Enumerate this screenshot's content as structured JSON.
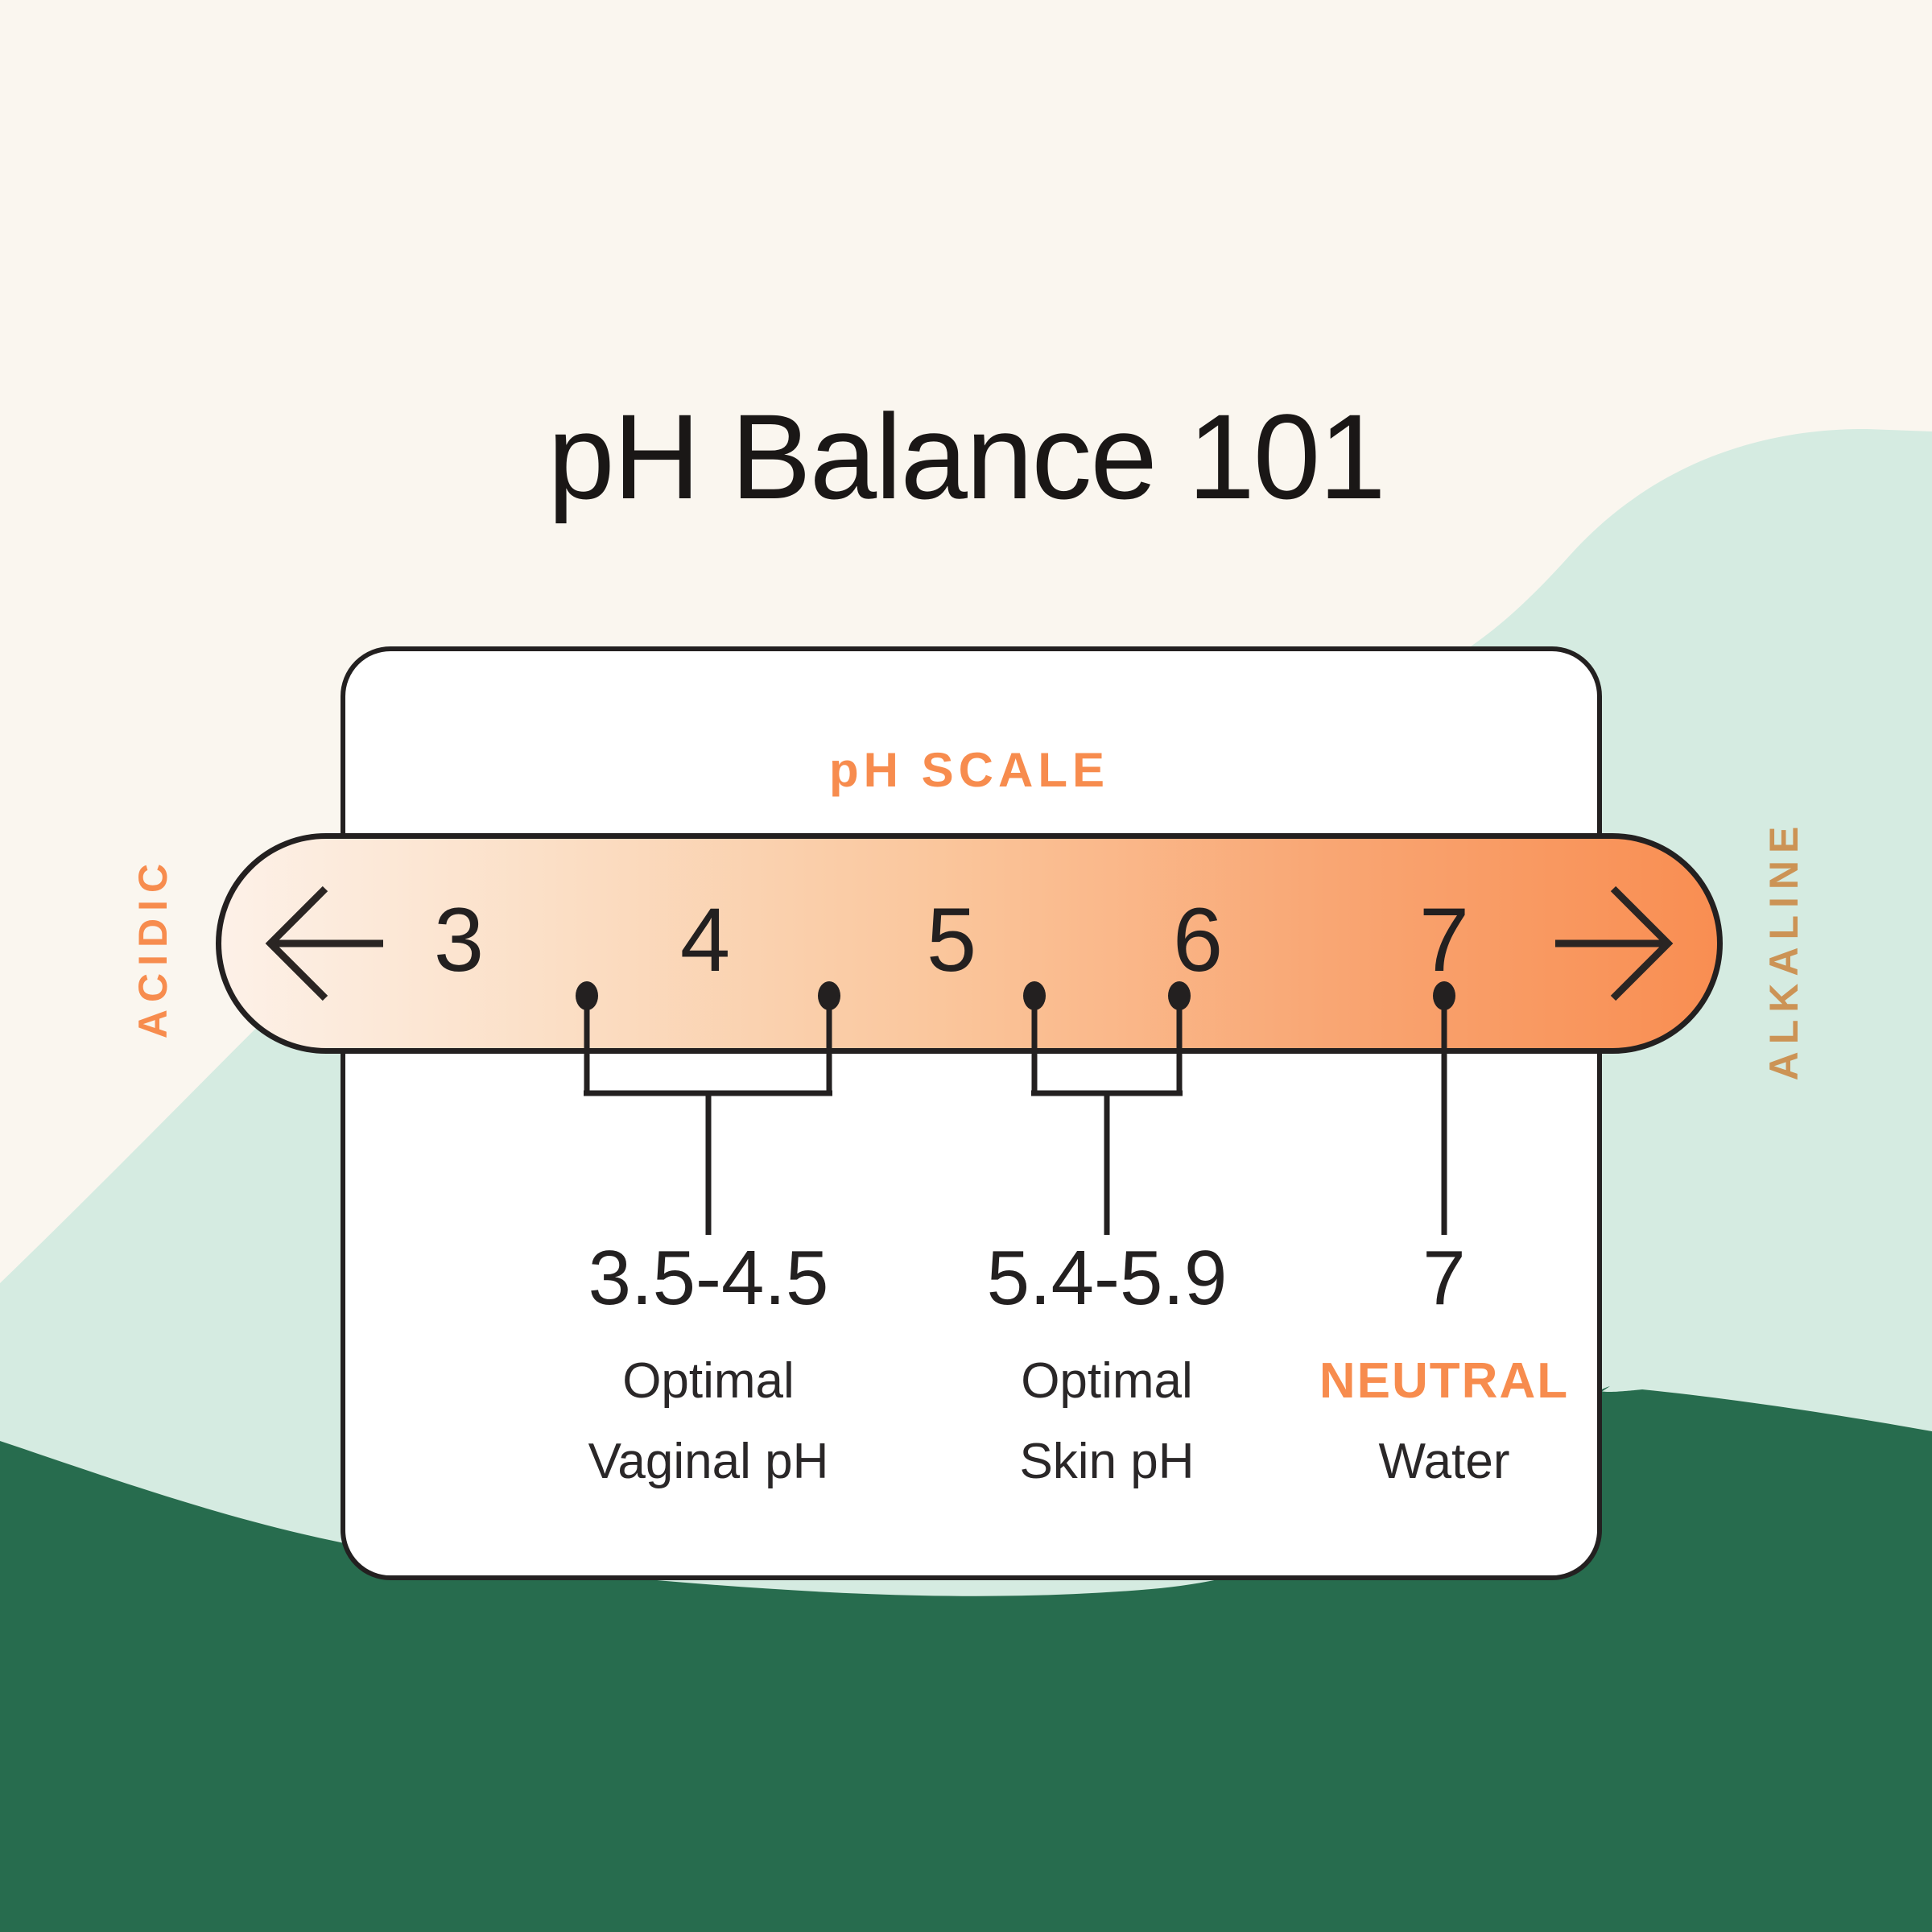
{
  "title": "pH Balance 101",
  "scale": {
    "heading": "pH SCALE",
    "left_label": "ACIDIC",
    "right_label": "ALKALINE",
    "ticks": [
      "3",
      "4",
      "5",
      "6",
      "7"
    ],
    "icons": {
      "left_arrow": "←",
      "right_arrow": "→"
    }
  },
  "markers": [
    {
      "value": "3.5-4.5",
      "line1": "Optimal",
      "line2": "Vaginal pH"
    },
    {
      "value": "5.4-5.9",
      "line1": "Optimal",
      "line2": "Skin pH"
    },
    {
      "value": "7",
      "line1": "NEUTRAL",
      "line2": "Water"
    }
  ],
  "colors": {
    "background": "#FAF6EF",
    "wave_mint": "#D5EBE1",
    "wave_green": "#276C4E",
    "accent_orange": "#F78C4E",
    "accent_ochre": "#CC9355",
    "ink": "#232020",
    "card_bg": "#FFFFFF",
    "pill_start": "#FDF1E8",
    "pill_end": "#F98E52",
    "line": "#2A2523"
  }
}
